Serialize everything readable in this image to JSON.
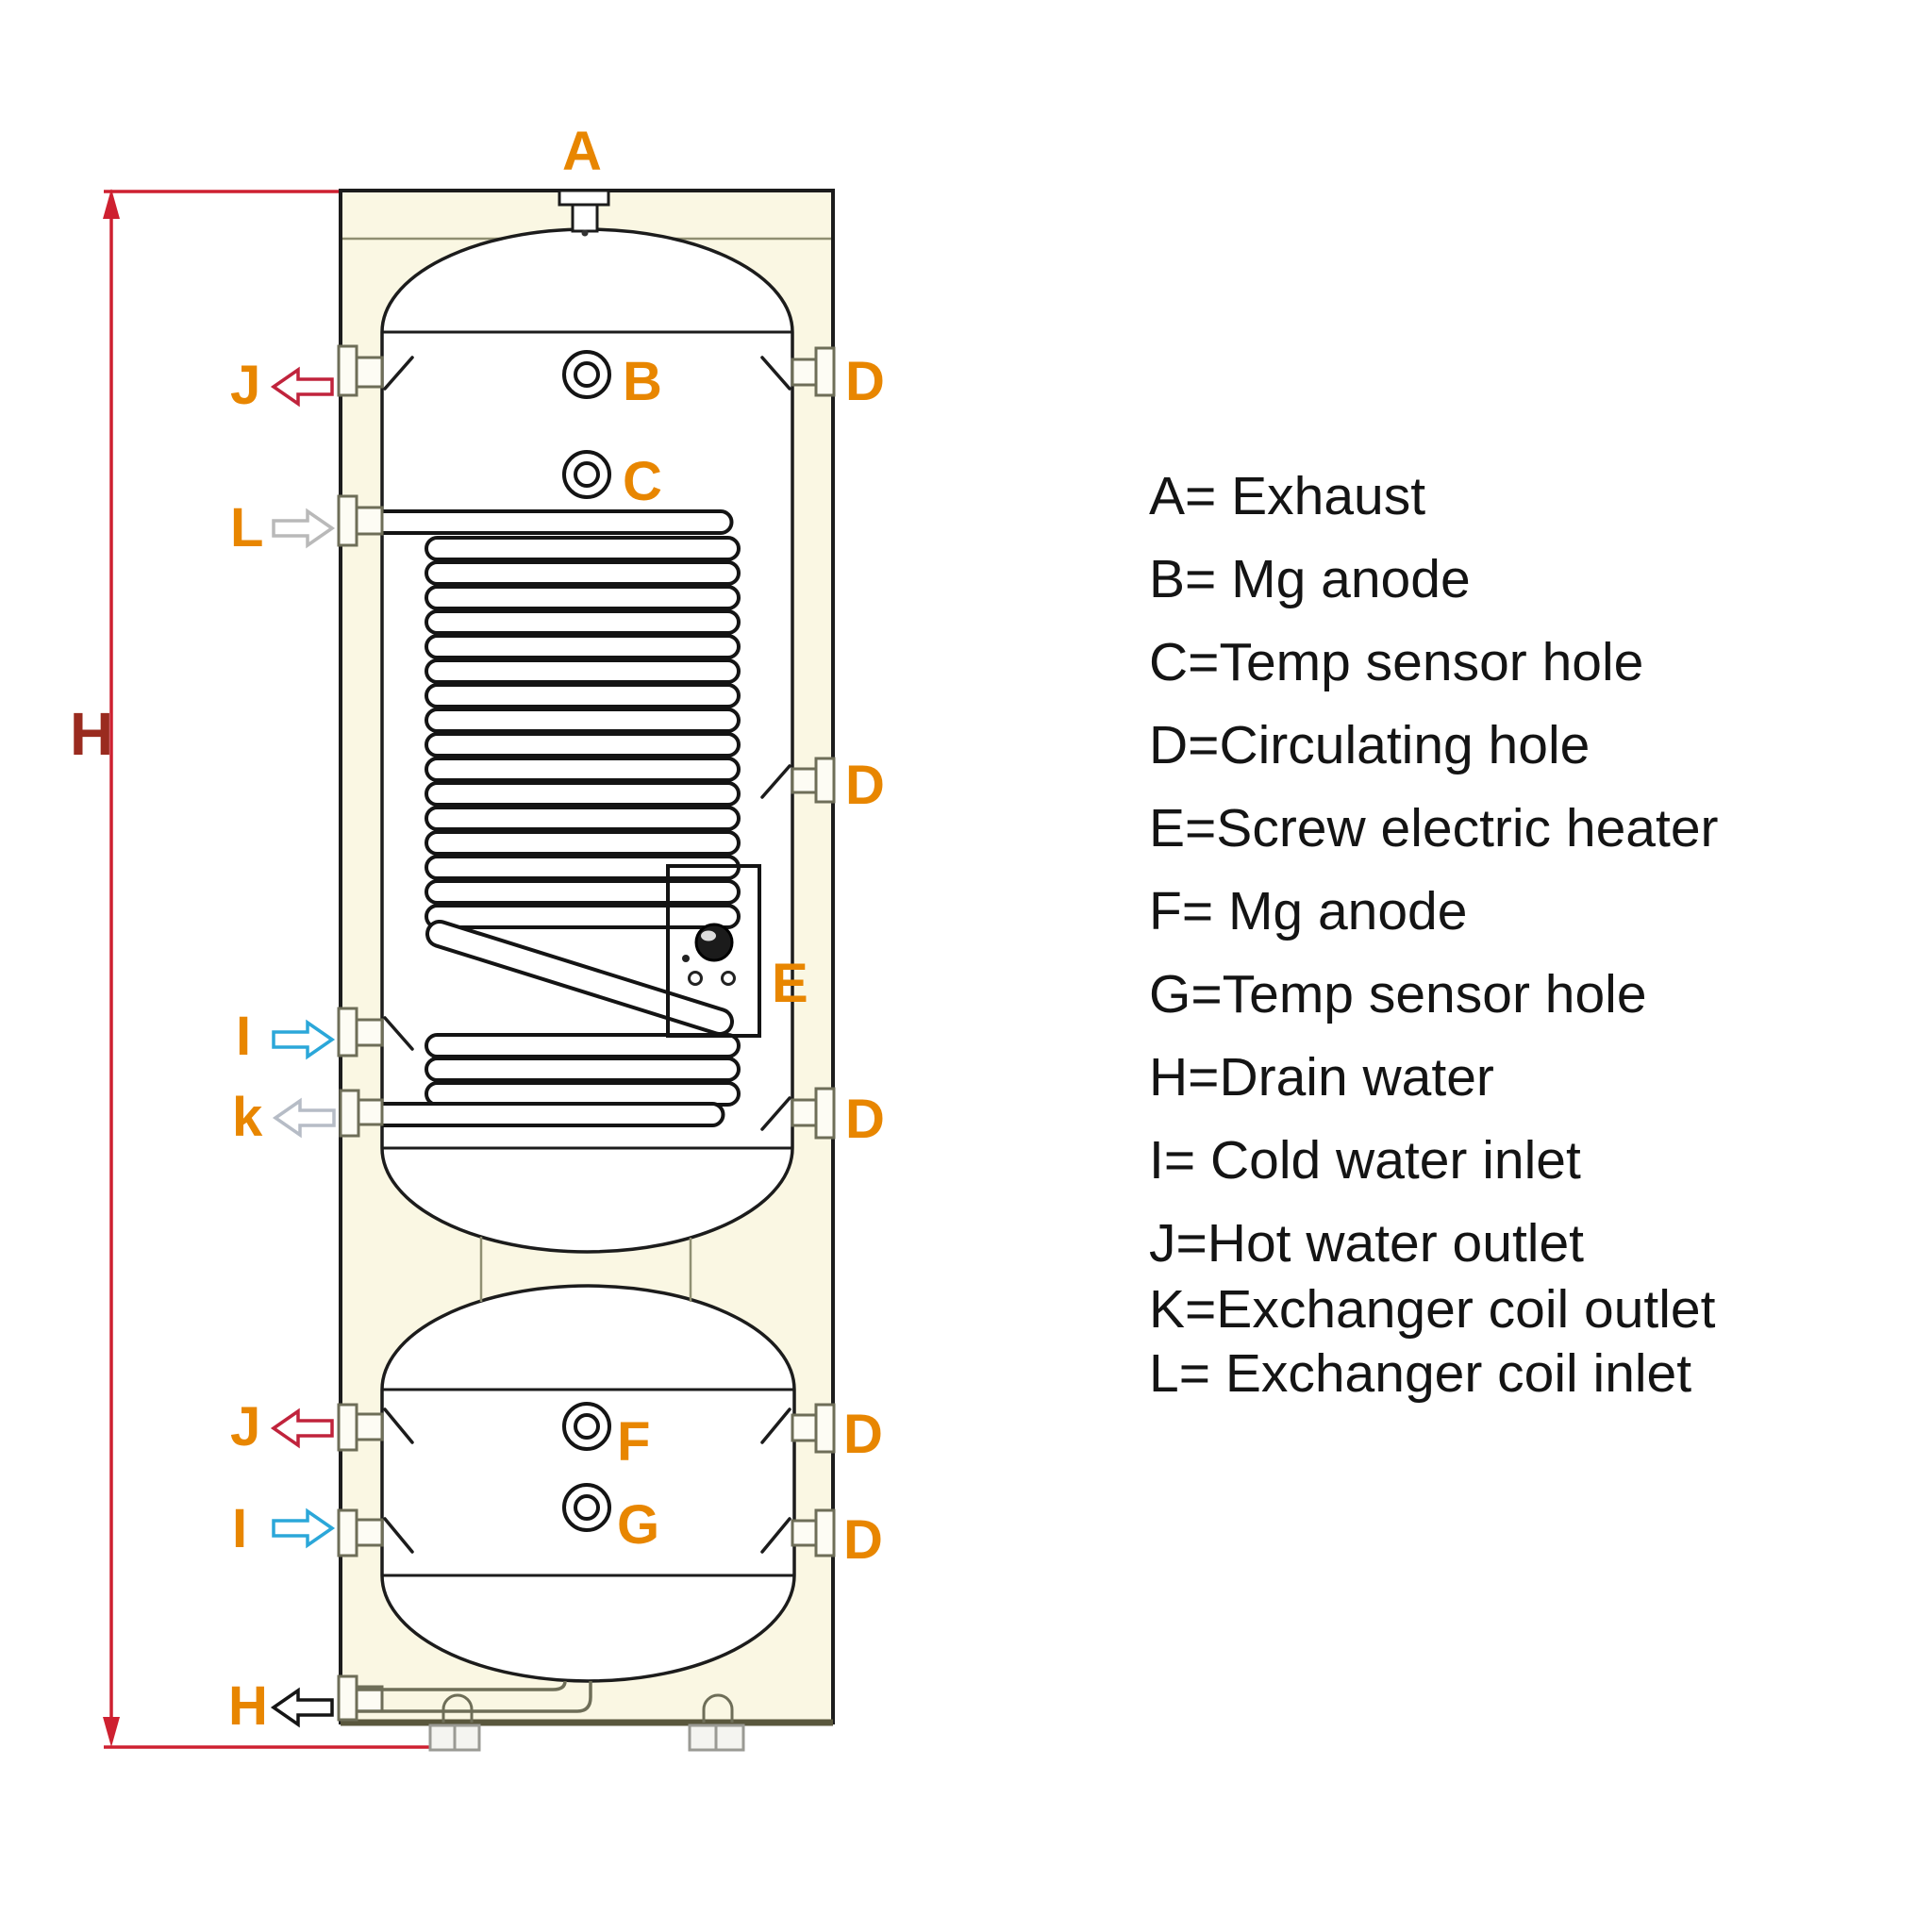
{
  "diagram": {
    "dim_label": "H",
    "labels": {
      "A": "A",
      "B": "B",
      "C": "C",
      "D": "D",
      "E": "E",
      "F": "F",
      "G": "G",
      "H": "H",
      "I": "I",
      "J": "J",
      "K": "k",
      "L": "L"
    },
    "legend": [
      "A= Exhaust",
      "B= Mg anode",
      "C=Temp sensor hole",
      "D=Circulating hole",
      "E=Screw electric heater",
      "F= Mg anode",
      "G=Temp sensor hole",
      "H=Drain water",
      "I= Cold water inlet",
      "J=Hot water outlet",
      "K=Exchanger coil outlet",
      "L= Exchanger coil inlet"
    ],
    "colors": {
      "label_orange": "#E88600",
      "dimension_red": "#CE2030",
      "dimension_label_red": "#9A2B1F",
      "hot_water_arrow": "#C0233C",
      "cold_water_arrow": "#2BA7D9",
      "coil_inlet_arrow": "#B9B9B9",
      "coil_outlet_arrow": "#B6BCC6",
      "drain_arrow": "#151515",
      "tank_insulation_fill": "#FAF7E3",
      "tank_interior_fill": "#FFFFFF",
      "line_black": "#1C1C1C",
      "seam_olive": "#8F8F72",
      "legend_text": "#141414"
    }
  }
}
